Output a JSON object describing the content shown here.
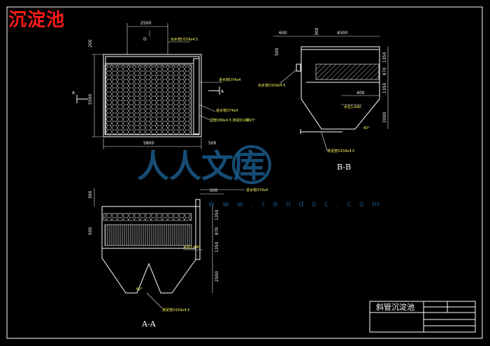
{
  "title": "沉淀池",
  "title_block": {
    "drawing_name": "斜管沉淀池"
  },
  "section_labels": {
    "bb": "B-B",
    "aa": "A-A",
    "a_marker": "A"
  },
  "plan": {
    "dims": {
      "top": "2500",
      "left_top": "200",
      "left": "5500",
      "bottom": "5800",
      "right_bottom": "500"
    },
    "labels": {
      "top_pipe": "出水管D159x4.5",
      "right_pipe1": "进水管D74x4",
      "right_pipe2": "进水管D74x4",
      "right_pipe3": "溢管D89x4.5 排泥D100",
      "right_pipe3_extra": "共9个"
    }
  },
  "bb": {
    "dims": {
      "top_left": "600",
      "top_mid": "300",
      "top_right": "4500",
      "r1": "1350",
      "r2": "870",
      "r3": "1350",
      "r4": "2000",
      "mid": "400",
      "left_small": "500"
    },
    "labels": {
      "out_pipe": "出水管D159x4.5",
      "level": "水位1.640",
      "slope_angle": "60°",
      "sludge_pipe": "排泥管D159x4.5"
    }
  },
  "aa": {
    "dims": {
      "top_left": "300",
      "top_right": "500",
      "left": "500",
      "r1": "1350",
      "r2": "870",
      "r3": "1350",
      "r4": "2500"
    },
    "labels": {
      "in_pipe": "进水管D74x4",
      "level": "水位1.640",
      "angle": "60°",
      "sludge_pipe": "排泥管D159x4.5"
    }
  },
  "watermark": {
    "text": "人人文库",
    "url": "w w w . r e n d o c . c o m"
  }
}
